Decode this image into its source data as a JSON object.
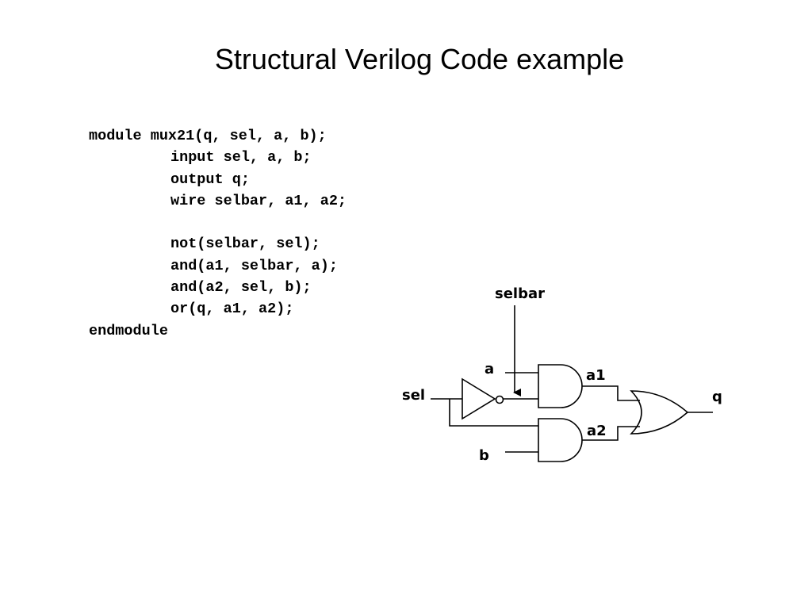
{
  "slide": {
    "title": "Structural Verilog Code example"
  },
  "code": {
    "lines": [
      "module mux21(q, sel, a, b);",
      "input sel, a, b;",
      "output q;",
      "wire selbar, a1, a2;",
      "",
      "not(selbar, sel);",
      "and(a1, selbar, a);",
      "and(a2, sel, b);",
      "or(q, a1, a2);",
      "endmodule"
    ]
  },
  "circuit": {
    "labels": {
      "selbar": "selbar",
      "a": "a",
      "a1": "a1",
      "sel": "sel",
      "q": "q",
      "a2": "a2",
      "b": "b"
    },
    "gates": [
      "not-gate",
      "and-gate",
      "and-gate",
      "or-gate"
    ]
  }
}
